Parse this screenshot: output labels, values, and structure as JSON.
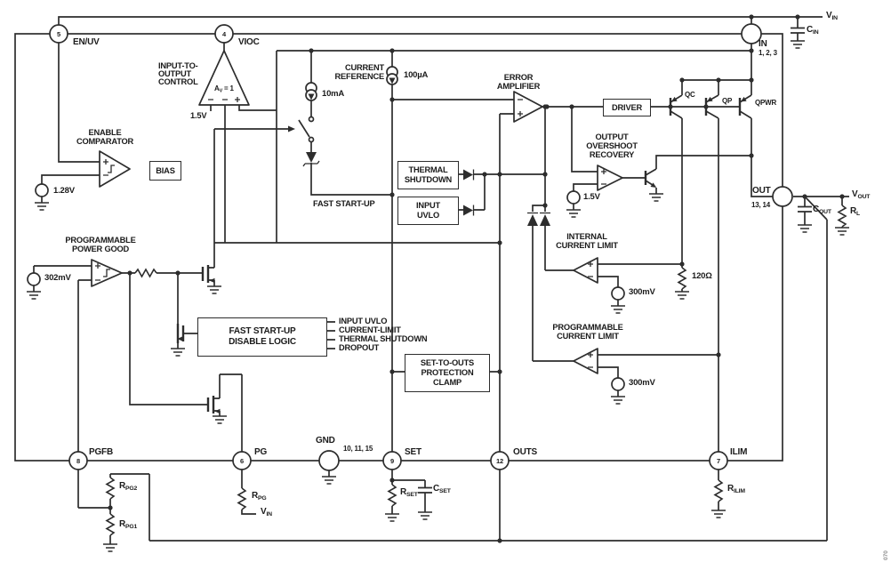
{
  "pins": {
    "en_uv": {
      "num": "5",
      "label": "EN/UV"
    },
    "vioc": {
      "num": "4",
      "label": "VIOC"
    },
    "in": {
      "label": "IN",
      "numbers": "1, 2, 3"
    },
    "out": {
      "label": "OUT",
      "numbers": "13, 14"
    },
    "pgfb": {
      "num": "8",
      "label": "PGFB"
    },
    "pg": {
      "num": "6",
      "label": "PG"
    },
    "gnd": {
      "label": "GND",
      "numbers": "10, 11, 15"
    },
    "set": {
      "num": "9",
      "label": "SET"
    },
    "outs": {
      "num": "12",
      "label": "OUTS"
    },
    "ilim": {
      "num": "7",
      "label": "ILIM"
    }
  },
  "blocks": {
    "ioc": {
      "l1": "INPUT-TO-",
      "l2": "OUTPUT",
      "l3": "CONTROL",
      "gain_main": "A",
      "gain_sub": "V",
      "gain_rest": " = 1",
      "ref": "1.5V"
    },
    "enable_comp": {
      "l1": "ENABLE",
      "l2": "COMPARATOR",
      "out": "BIAS",
      "ref": "1.28V"
    },
    "current_ref": {
      "l1": "CURRENT",
      "l2": "REFERENCE",
      "i_ref": "100µA",
      "i_fast": "10mA"
    },
    "fast_start_up": {
      "label": "FAST START-UP"
    },
    "error_amp": {
      "l1": "ERROR",
      "l2": "AMPLIFIER"
    },
    "driver": {
      "label": "DRIVER"
    },
    "ovr": {
      "l1": "OUTPUT",
      "l2": "OVERSHOOT",
      "l3": "RECOVERY",
      "ref": "1.5V"
    },
    "int_limit": {
      "l1": "INTERNAL",
      "l2": "CURRENT LIMIT",
      "ref": "300mV",
      "sense": "120Ω"
    },
    "prog_limit": {
      "l1": "PROGRAMMABLE",
      "l2": "CURRENT LIMIT",
      "ref": "300mV"
    },
    "ppg": {
      "l1": "PROGRAMMABLE",
      "l2": "POWER GOOD",
      "ref": "302mV"
    },
    "fsu_logic": {
      "l1": "FAST START-UP",
      "l2": "DISABLE LOGIC",
      "in1": "INPUT UVLO",
      "in2": "CURRENT-LIMIT",
      "in3": "THERMAL SHUTDOWN",
      "in4": "DROPOUT"
    },
    "thermal": {
      "l1": "THERMAL",
      "l2": "SHUTDOWN"
    },
    "uvlo": {
      "l1": "INPUT",
      "l2": "UVLO"
    },
    "clamp": {
      "l1": "SET-TO-OUTS",
      "l2": "PROTECTION",
      "l3": "CLAMP"
    }
  },
  "transistors": {
    "qc": "QC",
    "qp": "QP",
    "qpwr": "QPWR"
  },
  "external": {
    "vin_top": {
      "m": "V",
      "s": "IN"
    },
    "cin": {
      "m": "C",
      "s": "IN"
    },
    "vout": {
      "m": "V",
      "s": "OUT"
    },
    "cout": {
      "m": "C",
      "s": "OUT"
    },
    "rl": {
      "m": "R",
      "s": "L"
    },
    "rpg2": {
      "m": "R",
      "s": "PG2"
    },
    "rpg1": {
      "m": "R",
      "s": "PG1"
    },
    "rpg": {
      "m": "R",
      "s": "PG"
    },
    "vin_pg": {
      "m": "V",
      "s": "IN"
    },
    "rset": {
      "m": "R",
      "s": "SET"
    },
    "cset": {
      "m": "C",
      "s": "SET"
    },
    "rilim": {
      "m": "R",
      "s": "ILIM"
    }
  },
  "note": "070"
}
